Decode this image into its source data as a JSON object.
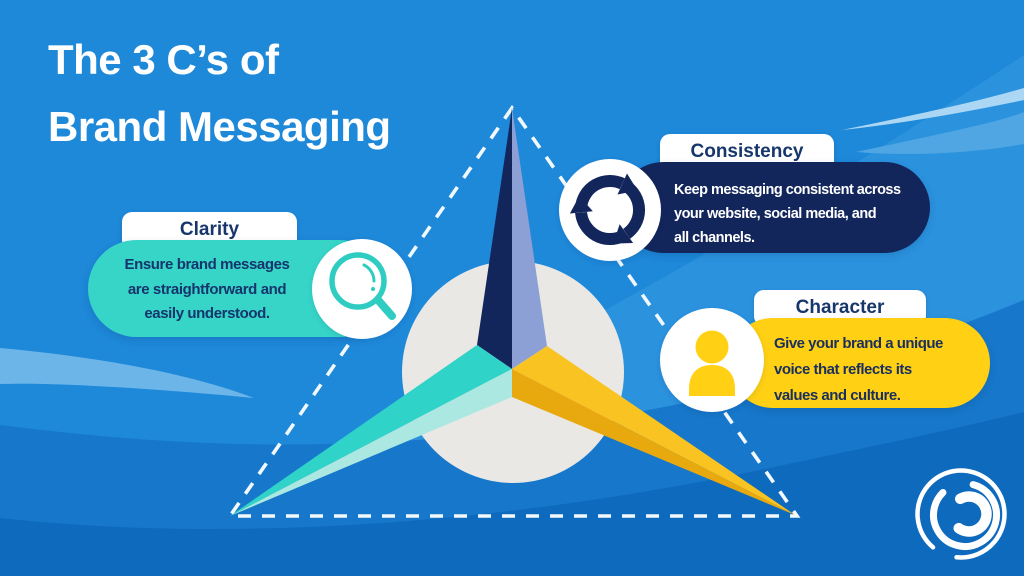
{
  "title": {
    "line1": "The 3 C’s of",
    "line2": "Brand Messaging"
  },
  "cards": [
    {
      "id": "clarity",
      "label": "Clarity",
      "lines": [
        "Ensure brand messages",
        "are straightforward and",
        "easily understood."
      ],
      "icon": "magnifier-icon",
      "pill_color": "#36d5c8",
      "text_color": "#15356b"
    },
    {
      "id": "consistency",
      "label": "Consistency",
      "lines": [
        "Keep messaging consistent across",
        "your website, social media, and",
        "all channels."
      ],
      "icon": "cycle-arrows-icon",
      "pill_color": "#13265c",
      "text_color": "#ffffff"
    },
    {
      "id": "character",
      "label": "Character",
      "lines": [
        "Give your brand a unique",
        "voice that reflects its",
        "values and culture."
      ],
      "icon": "person-icon",
      "pill_color": "#ffd014",
      "text_color": "#1a2f5d"
    }
  ],
  "diagram": {
    "type": "triangle-3-point",
    "colors": {
      "spike_navy": "#13265c",
      "spike_periwinkle": "#8ca0d6",
      "spike_teal_bright": "#2fd3c7",
      "spike_teal_light": "#ace8e2",
      "spike_yellow_bright": "#f9c322",
      "spike_yellow_dark": "#e8a90f",
      "center_circle": "#e9e8e5",
      "dashed_outline": "#f2f9fe",
      "background_base": "#1e88d9"
    }
  },
  "logo": {
    "name": "swirl-logo",
    "color": "#ffffff"
  }
}
